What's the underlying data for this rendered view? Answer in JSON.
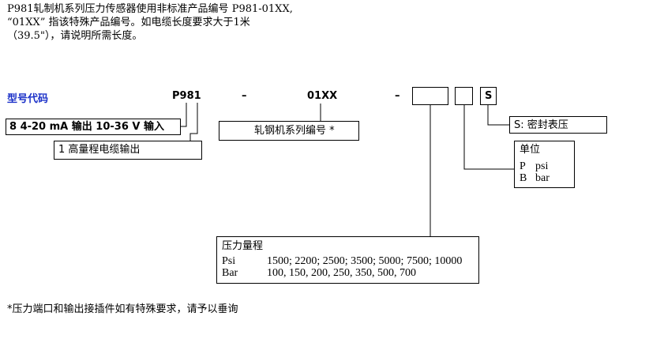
{
  "intro": {
    "line1": "P981轧制机系列压力传感器使用非标准产品编号 P981-01XX,",
    "line2": "“01XX” 指该特殊产品编号。如电缆长度要求大于1米",
    "line3": "（39.5\"），请说明所需长度。"
  },
  "header": {
    "model_code_label": "型号代码",
    "model": "P981",
    "dash1": "–",
    "product_no": "01XX",
    "dash2": "–",
    "s_code": "S"
  },
  "boxes": {
    "output_signal": "8  4-20 mA 输出 10-36 V 输入",
    "cable_output": "1  高量程电缆输出",
    "mill_series": "轧钢机系列编号 *",
    "seal": "S:  密封表压",
    "unit": {
      "title": "单位",
      "rows": [
        {
          "code": "P",
          "name": "psi"
        },
        {
          "code": "B",
          "name": "bar"
        }
      ]
    },
    "pressure": {
      "title": "压力量程",
      "rows": [
        {
          "unit": "Psi",
          "values": "1500; 2200; 2500; 3500; 5000; 7500; 10000"
        },
        {
          "unit": "Bar",
          "values": "100, 150, 200, 250, 350, 500, 700"
        }
      ]
    }
  },
  "footnote": "*压力端口和输出接插件如有特殊要求，请予以垂询"
}
